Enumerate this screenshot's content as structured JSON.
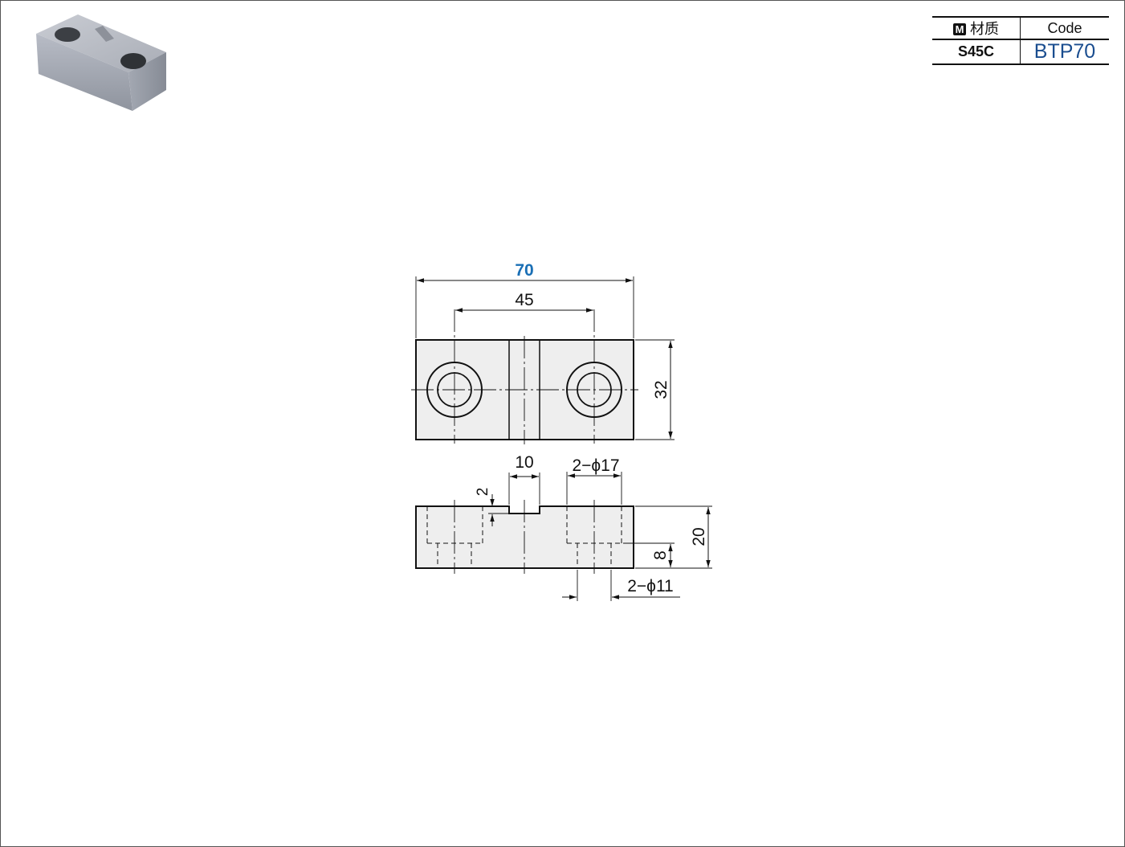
{
  "spec": {
    "material_badge": "M",
    "material_header": "材质",
    "code_header": "Code",
    "material_value": "S45C",
    "code_value": "BTP70"
  },
  "dimensions": {
    "overall_length": "70",
    "hole_pitch": "45",
    "width": "32",
    "slot_width": "10",
    "slot_depth": "2",
    "counterbore": "2−ϕ17",
    "height": "20",
    "counterbore_depth": "8",
    "through_hole": "2−ϕ11"
  },
  "colors": {
    "accent_dimension": "#1a6fb5",
    "part_fill": "#eeeeee",
    "code_text": "#1a4d8f"
  }
}
